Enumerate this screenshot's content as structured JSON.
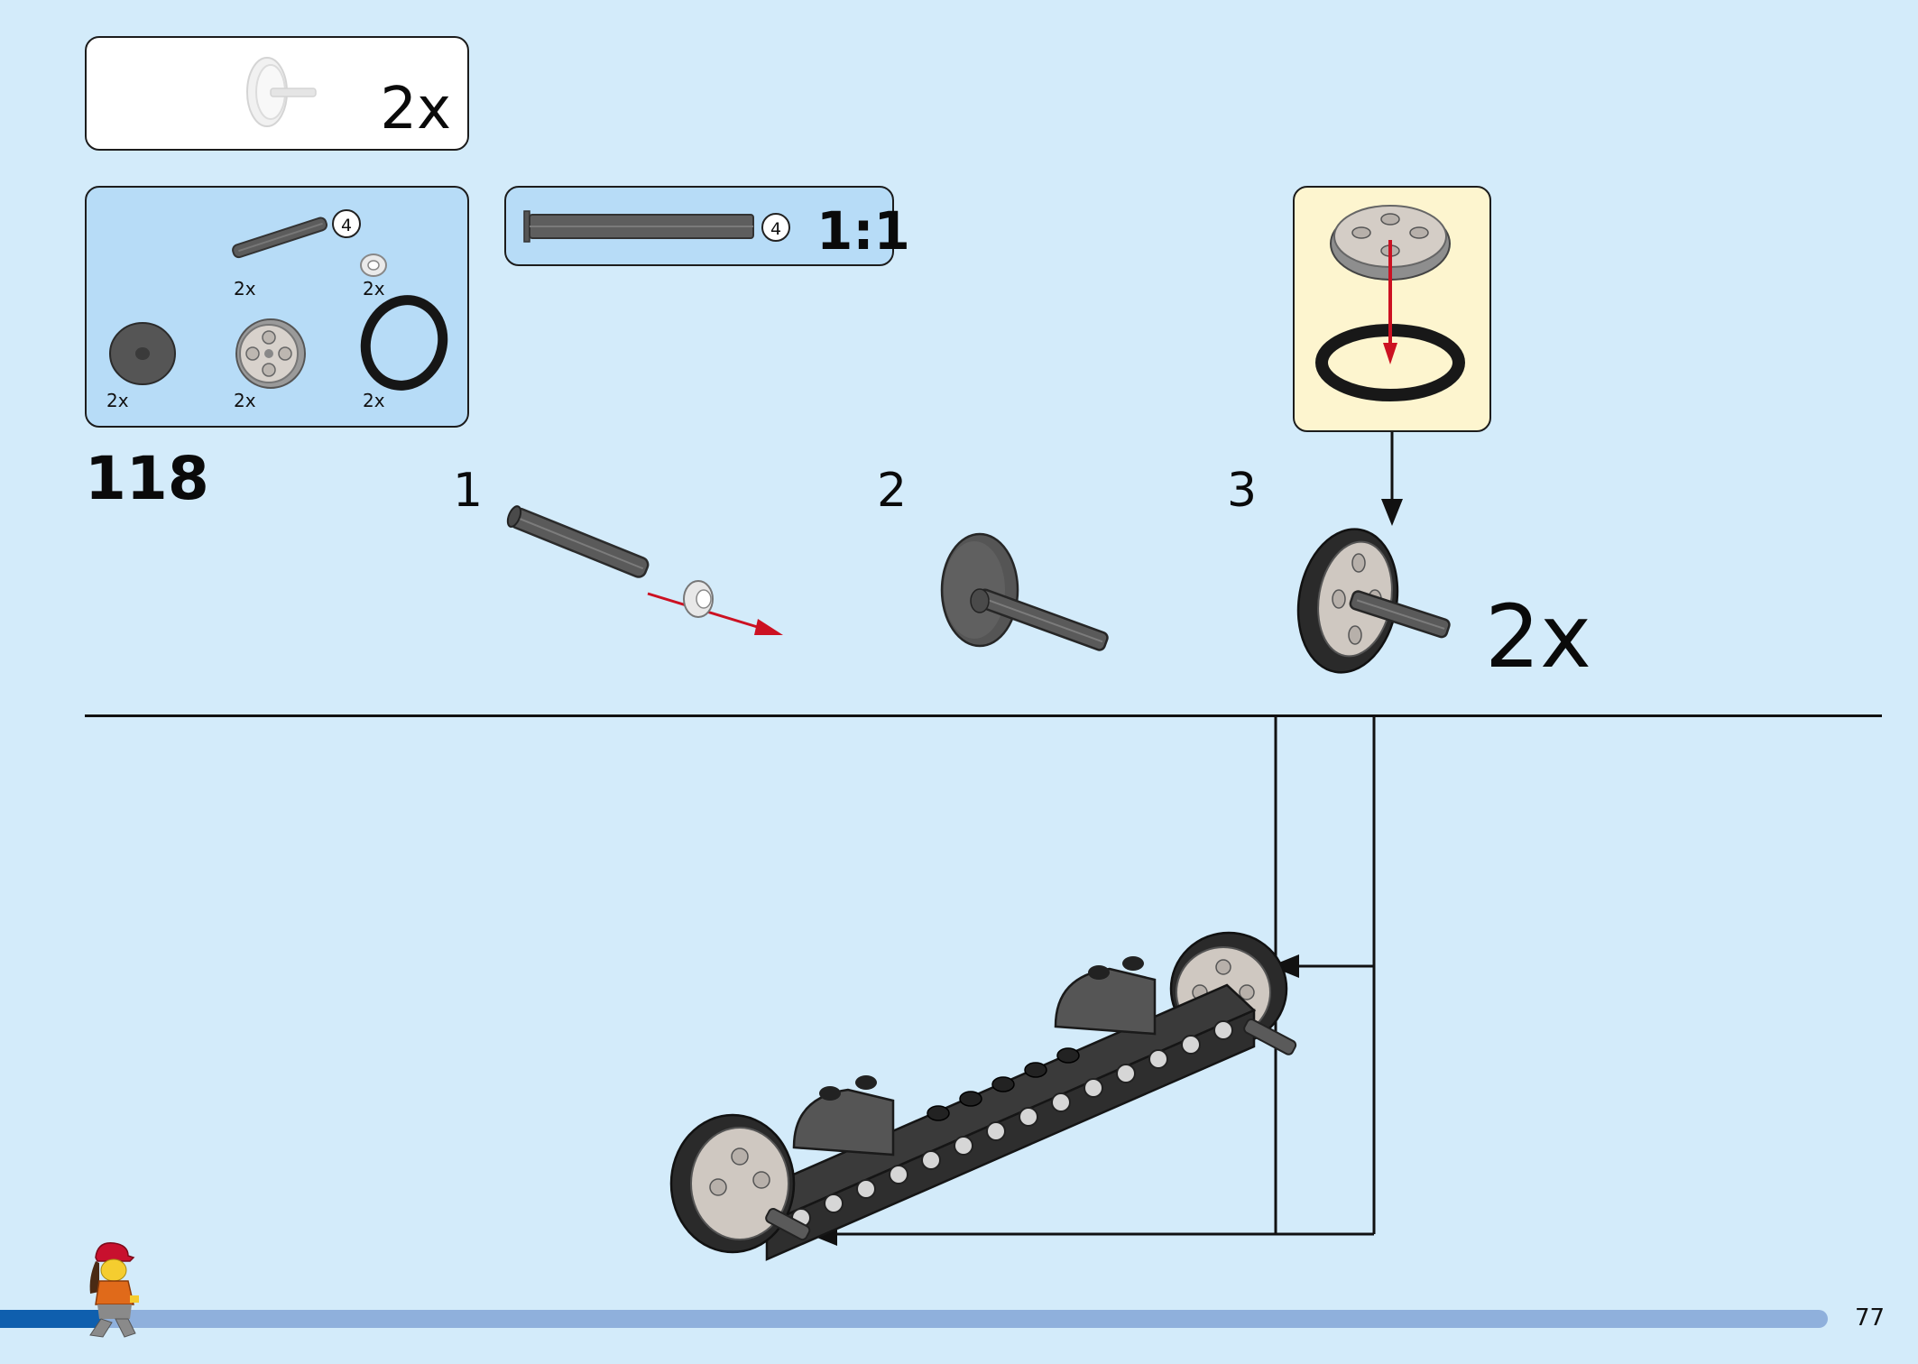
{
  "summary_box": {
    "quantity": "2x"
  },
  "parts_list": {
    "axle_length": "4",
    "items": [
      {
        "quantity": "2x"
      },
      {
        "quantity": "2x"
      },
      {
        "quantity": "2x"
      },
      {
        "quantity": "2x"
      },
      {
        "quantity": "2x"
      }
    ]
  },
  "scale_box": {
    "axle_length": "4",
    "ratio": "1:1"
  },
  "step": {
    "number": "118",
    "substeps": [
      {
        "number": "1"
      },
      {
        "number": "2"
      },
      {
        "number": "3",
        "quantity": "2x"
      }
    ]
  },
  "page": {
    "number": "77"
  },
  "colors": {
    "background": "#d3ebfa",
    "parts_box": "#b7dcf7",
    "callout_box": "#fdf5cf",
    "arrow": "#cc1122",
    "progress_done": "#0f5fae",
    "progress_remaining": "#8fb0dc"
  }
}
